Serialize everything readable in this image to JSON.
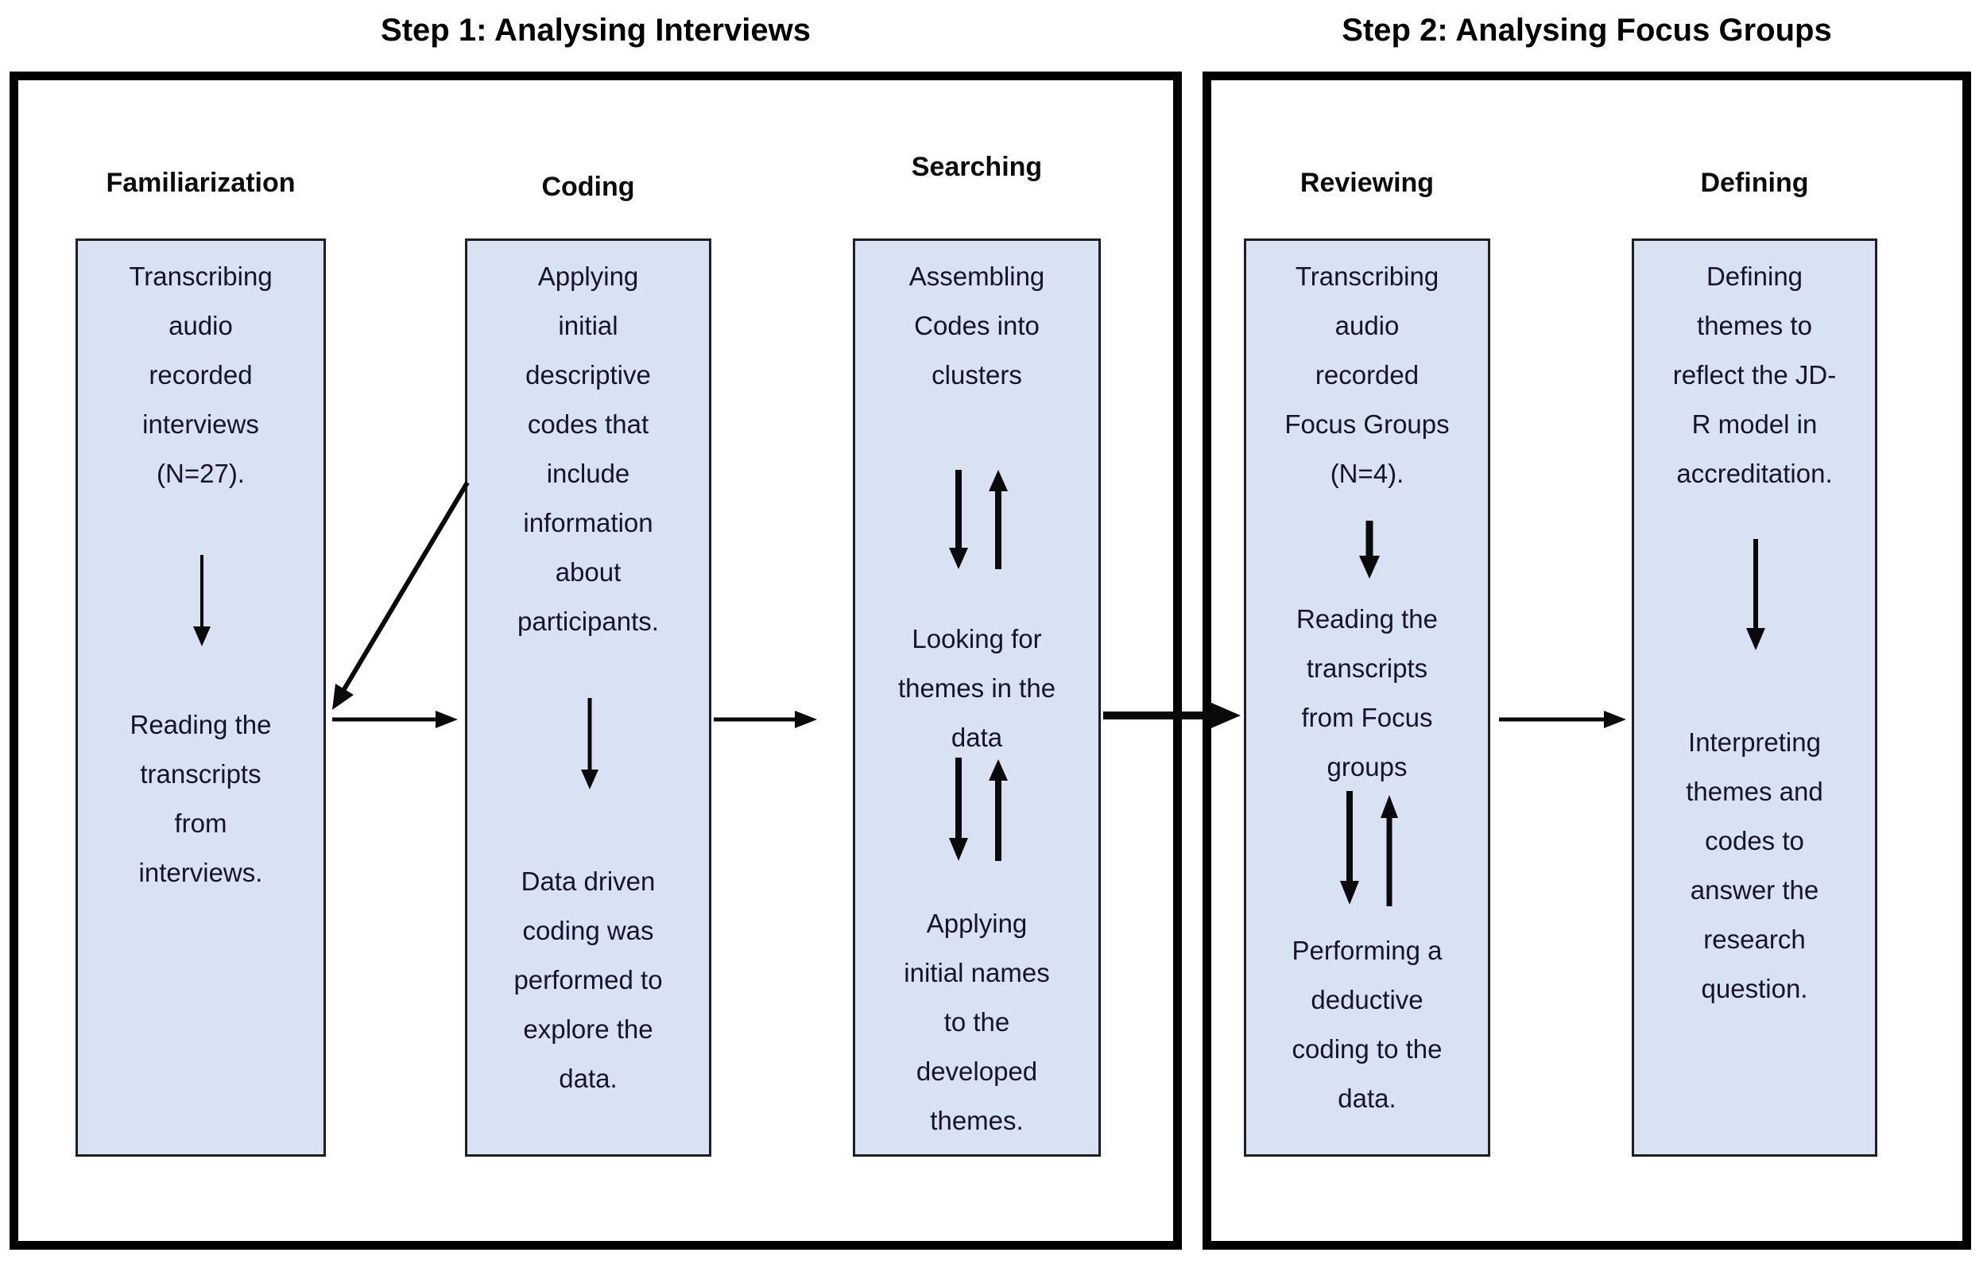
{
  "titles": {
    "step1": "Step 1: Analysing Interviews",
    "step2": "Step 2: Analysing Focus Groups"
  },
  "colors": {
    "box_fill": "#d9e2f3",
    "box_border": "#1f1f1f",
    "frame_border": "#000000",
    "text": "#14142e",
    "background": "#ffffff"
  },
  "columns": [
    {
      "step": 1,
      "header": "Familiarization",
      "items": [
        "Transcribing\naudio\nrecorded\ninterviews\n(N=27).",
        "Reading the\ntranscripts\nfrom\ninterviews."
      ]
    },
    {
      "step": 1,
      "header": "Coding",
      "items": [
        "Applying\ninitial\ndescriptive\ncodes that\ninclude\ninformation\nabout\nparticipants.",
        "Data driven\ncoding was\nperformed to\nexplore the\ndata."
      ]
    },
    {
      "step": 1,
      "header": "Searching",
      "items": [
        "Assembling\nCodes into\nclusters",
        "Looking for\nthemes in the\ndata",
        "Applying\ninitial names\nto the\ndeveloped\nthemes."
      ]
    },
    {
      "step": 2,
      "header": "Reviewing",
      "items": [
        "Transcribing\naudio\nrecorded\nFocus Groups\n(N=4).",
        "Reading the\ntranscripts\nfrom Focus\ngroups",
        "Performing a\ndeductive\ncoding to the\ndata."
      ]
    },
    {
      "step": 2,
      "header": "Defining",
      "items": [
        "Defining\nthemes to\nreflect the JD-\nR model in\naccreditation.",
        "Interpreting\nthemes and\ncodes to\nanswer the\nresearch\nquestion."
      ]
    }
  ]
}
